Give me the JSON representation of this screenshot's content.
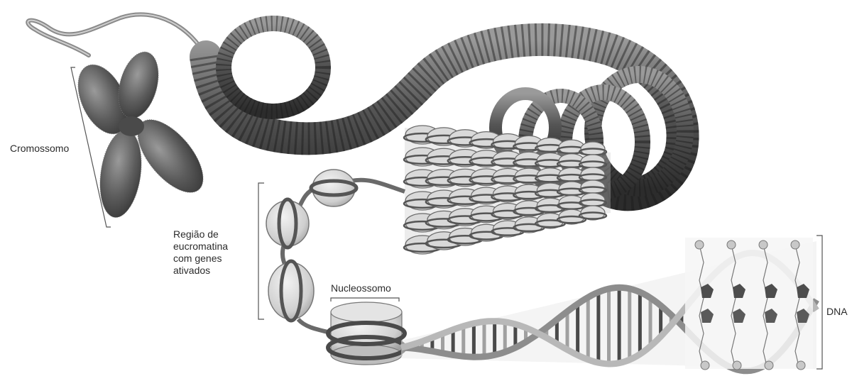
{
  "labels": {
    "chromosome": "Cromossomo",
    "euchromatin": "Região de\neucromatina\ncom genes\nativados",
    "nucleosome": "Nucleossomo",
    "dna": "DNA"
  },
  "colors": {
    "fiber_dark": "#3a3a3a",
    "fiber_mid": "#6f6f6f",
    "fiber_light": "#bdbdbd",
    "chromosome": "#5a5a5a",
    "histone": "#d8d8d8",
    "dna_backbone": "#9a9a9a",
    "base_dark": "#444444",
    "bracket": "#555555"
  }
}
